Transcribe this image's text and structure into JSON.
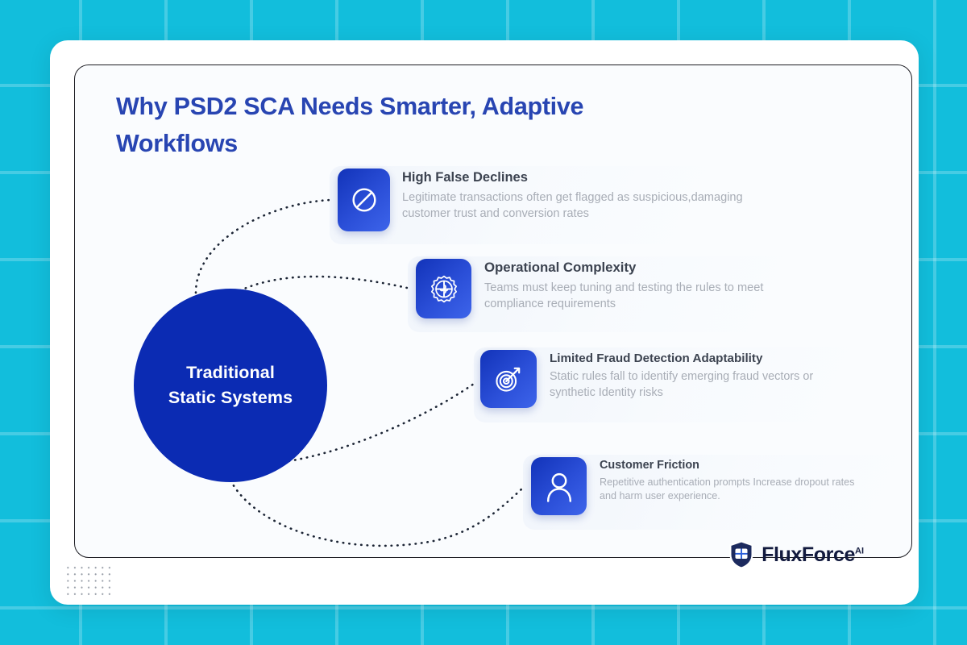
{
  "header": {
    "title": "Why PSD2 SCA Needs Smarter, Adaptive Workflows"
  },
  "hub": {
    "line1": "Traditional",
    "line2": "Static Systems",
    "label": "Traditional\nStatic Systems"
  },
  "items": [
    {
      "icon": "prohibited-icon",
      "title": "High False Declines",
      "desc": "Legitimate transactions often get flagged as suspicious,damaging customer trust and conversion rates"
    },
    {
      "icon": "gear-puzzle-icon",
      "title": "Operational Complexity",
      "desc": "Teams must keep tuning and testing the rules to meet compliance requirements"
    },
    {
      "icon": "target-arrow-icon",
      "title": "Limited Fraud Detection Adaptability",
      "desc": "Static rules fall to identify emerging fraud vectors or synthetic Identity risks"
    },
    {
      "icon": "user-icon",
      "title": "Customer Friction",
      "desc": "Repetitive authentication prompts Increase dropout rates and harm user experience."
    }
  ],
  "logo": {
    "name": "FluxForce",
    "superscript": "AI",
    "icon": "shield-icon"
  },
  "colors": {
    "background_cyan": "#12BEDC",
    "hub_blue": "#0B2BB3",
    "title_blue": "#2845B2",
    "icon_tile_gradient_from": "#1233B9",
    "icon_tile_gradient_to": "#3D64EA",
    "item_title_gray": "#3C4350",
    "item_desc_gray": "#A8ADB6",
    "logo_navy": "#121A3E",
    "card_white": "#FFFFFF",
    "panel_bg": "#FAFCFE"
  }
}
